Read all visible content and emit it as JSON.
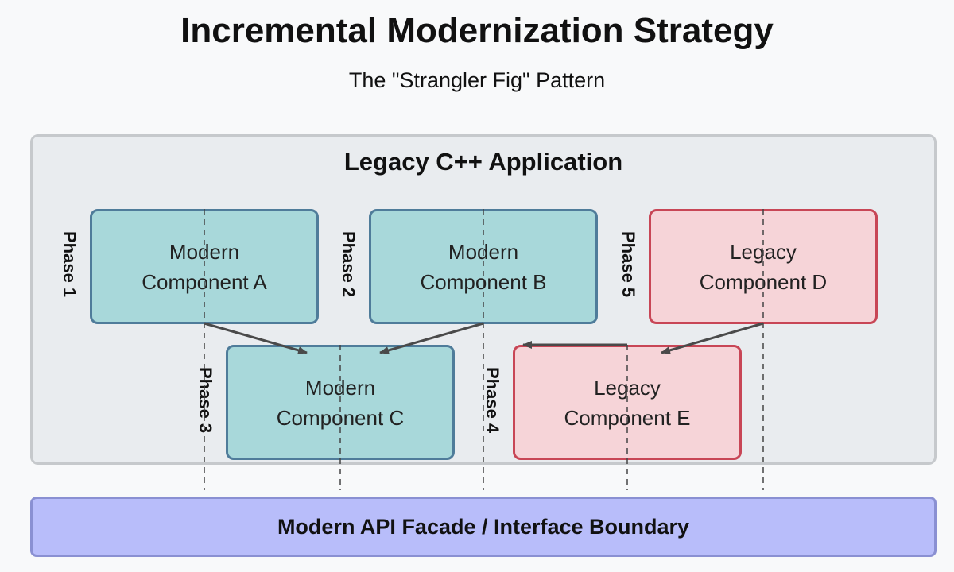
{
  "title": "Incremental Modernization Strategy",
  "subtitle": "The \"Strangler Fig\" Pattern",
  "legacy_app": {
    "label": "Legacy C++ Application"
  },
  "components": {
    "a": {
      "label": "Modern\nComponent A",
      "status": "modern"
    },
    "b": {
      "label": "Modern\nComponent B",
      "status": "modern"
    },
    "c": {
      "label": "Modern\nComponent C",
      "status": "modern"
    },
    "d": {
      "label": "Legacy\nComponent D",
      "status": "legacy"
    },
    "e": {
      "label": "Legacy\nComponent E",
      "status": "legacy"
    }
  },
  "phases": {
    "p1": "Phase 1",
    "p2": "Phase 2",
    "p3": "Phase 3",
    "p4": "Phase 4",
    "p5": "Phase 5"
  },
  "facade": {
    "label": "Modern API Facade / Interface Boundary"
  },
  "colors": {
    "modern_fill": "#a8d8da",
    "modern_border": "#4f7c9a",
    "legacy_fill": "#f6d4d8",
    "legacy_border": "#c84656",
    "facade_fill": "#b8bdfa",
    "container_fill": "#e9ecef"
  }
}
